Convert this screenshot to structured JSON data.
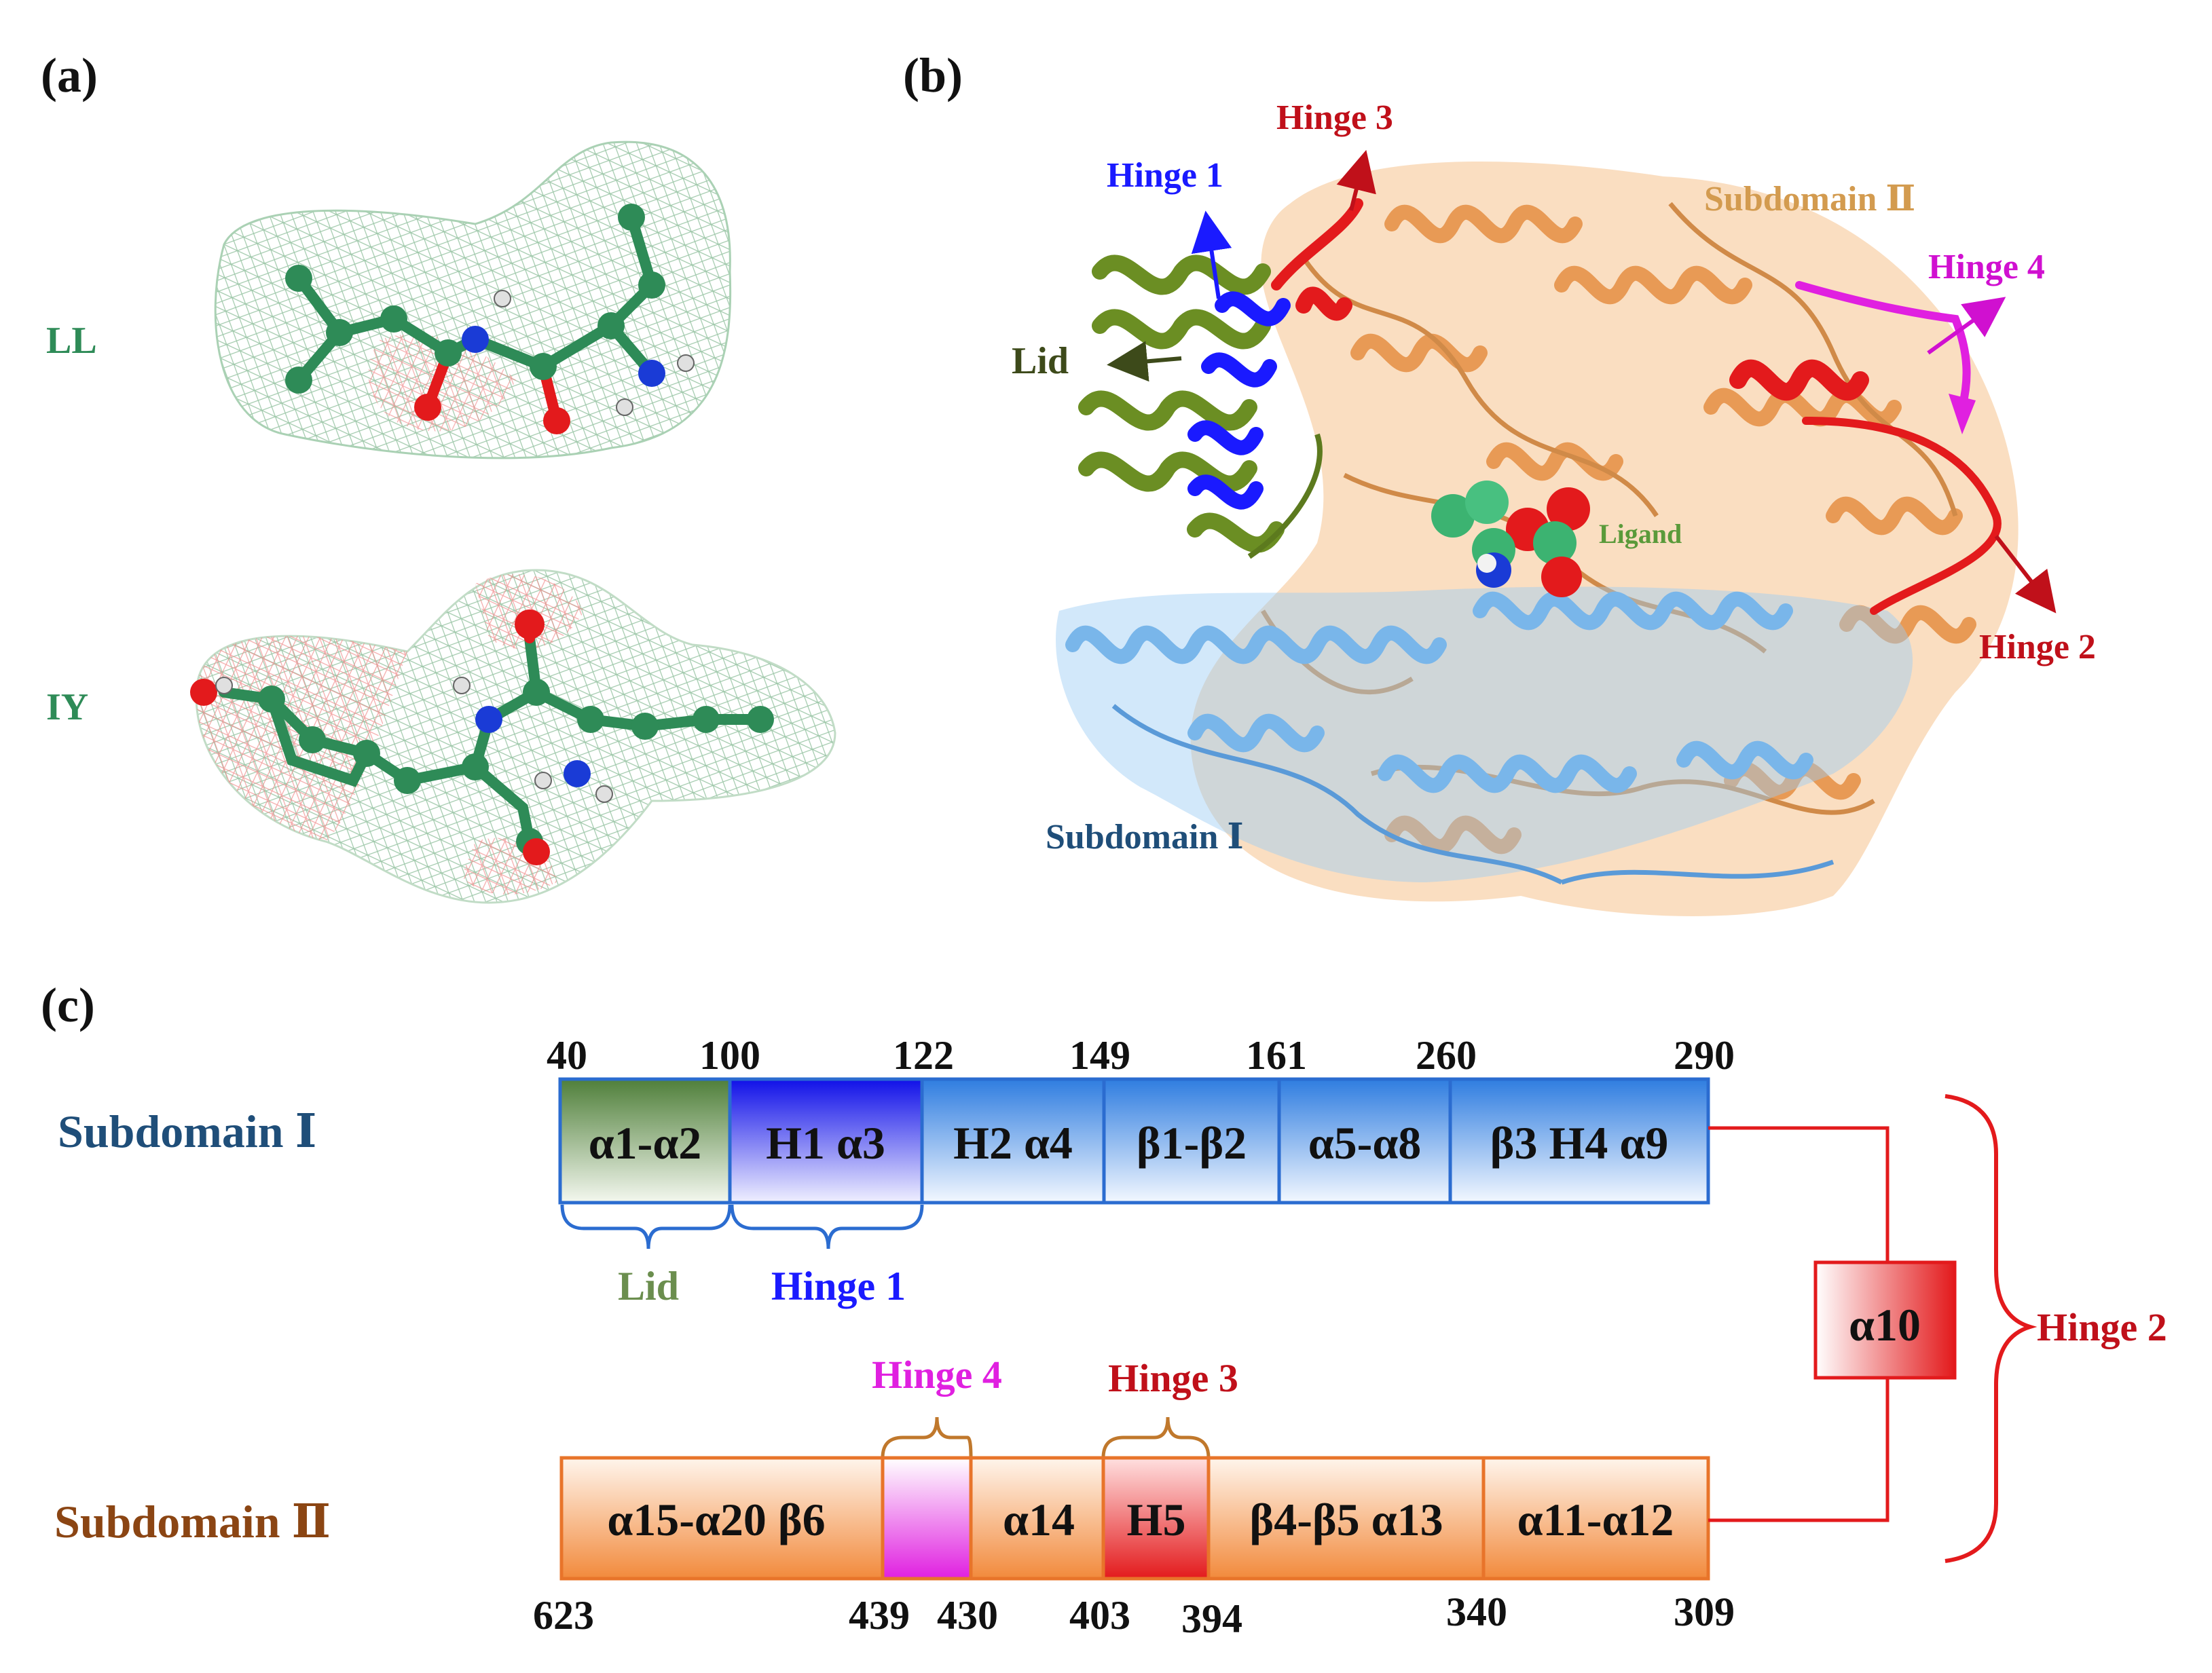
{
  "panels": {
    "a": {
      "label": "(a)",
      "ligands": [
        "LL",
        "IY"
      ]
    },
    "b": {
      "label": "(b)",
      "annotations": {
        "hinge1": "Hinge 1",
        "hinge2": "Hinge 2",
        "hinge3": "Hinge 3",
        "hinge4": "Hinge 4",
        "lid": "Lid",
        "ligand": "Ligand",
        "subdomain1": "Subdomain Ⅰ",
        "subdomain2": "Subdomain Ⅱ"
      }
    },
    "c": {
      "label": "(c)",
      "subdomain1": {
        "name": "Subdomain Ⅰ",
        "top_numbers": [
          "40",
          "100",
          "122",
          "149",
          "161",
          "260",
          "290"
        ],
        "segments": [
          "α1-α2",
          "H1 α3",
          "H2 α4",
          "β1-β2",
          "α5-α8",
          "β3 H4 α9"
        ],
        "brace_labels": {
          "lid": "Lid",
          "hinge1": "Hinge 1"
        }
      },
      "subdomain2": {
        "name": "Subdomain Ⅱ",
        "bottom_numbers": [
          "623",
          "439",
          "430",
          "403",
          "394",
          "340",
          "309"
        ],
        "segments": [
          "α15-α20 β6",
          "",
          "α14",
          "H5",
          "β4-β5 α13",
          "α11-α12"
        ],
        "brace_labels": {
          "hinge4": "Hinge 4",
          "hinge3": "Hinge 3"
        }
      },
      "connector": {
        "box": "α10",
        "hinge_label": "Hinge 2"
      }
    }
  },
  "colors": {
    "label_green": "#2e8b57",
    "lid_green": "#6b8e23",
    "hinge_blue": "#1a1aff",
    "hinge_red": "#e31a1c",
    "hinge_magenta": "#e020e0",
    "subdomain1_blue": "#1f5fbf",
    "subdomain2_orange": "#e8742a",
    "subdomain2_label": "#8b4513",
    "subdomain1_label": "#1f4e79"
  }
}
